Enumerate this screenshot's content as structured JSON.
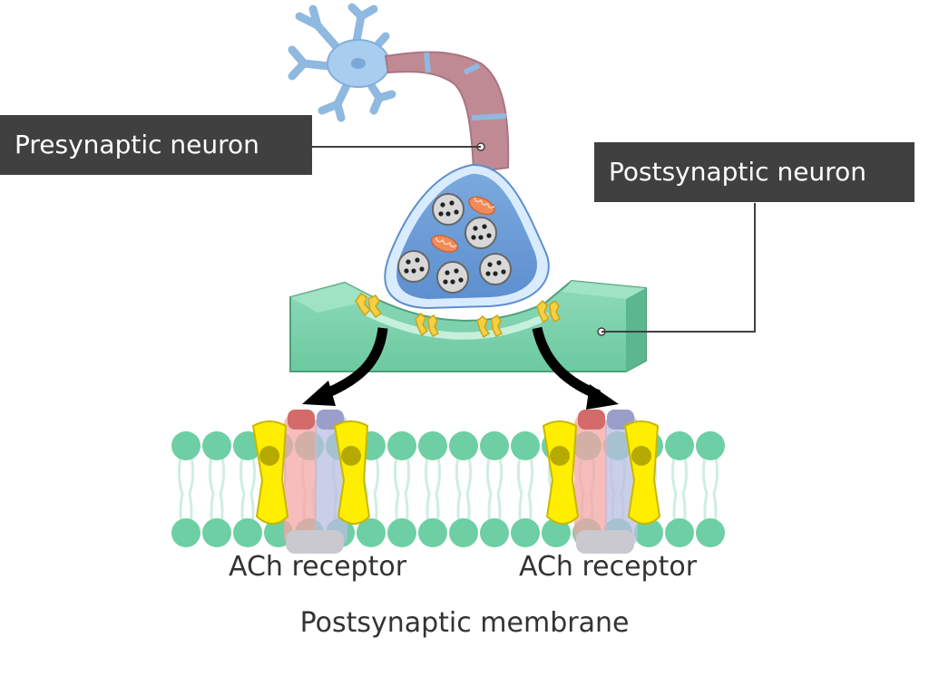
{
  "labels": {
    "presynaptic": "Presynaptic neuron",
    "postsynaptic": "Postsynaptic neuron",
    "receptor_left": "ACh receptor",
    "receptor_right": "ACh receptor",
    "membrane": "Postsynaptic membrane"
  },
  "colors": {
    "label_bg": "#404040",
    "label_text": "#ffffff",
    "caption_text": "#333333",
    "neuron_body": "#9cc3e6",
    "axon": "#c48a93",
    "terminal": "#6f9fd8",
    "postsynaptic_tissue": "#86d4b4",
    "receptor": "#ffee00",
    "phospholipid_head": "#6dcfa3"
  },
  "icons": {
    "neuron": "neuron-icon",
    "vesicle": "vesicle-icon",
    "mitochondrion": "mitochondrion-icon",
    "receptor": "receptor-icon",
    "arrow": "curved-arrow-icon"
  }
}
